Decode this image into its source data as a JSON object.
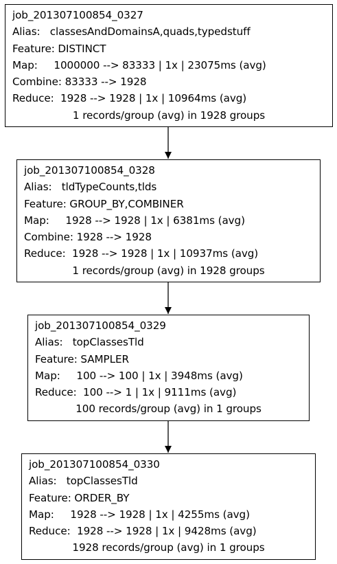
{
  "nodes": [
    {
      "id": "job_201307100854_0327",
      "lines": [
        "Alias:   classesAndDomainsA,quads,typedstuff",
        "Feature: DISTINCT",
        "Map:     1000000 --> 83333 | 1x | 23075ms (avg)",
        "Combine: 83333 --> 1928",
        "Reduce:  1928 --> 1928 | 1x | 10964ms (avg)"
      ],
      "summary": "1 records/group (avg) in 1928 groups"
    },
    {
      "id": "job_201307100854_0328",
      "lines": [
        "Alias:   tldTypeCounts,tlds",
        "Feature: GROUP_BY,COMBINER",
        "Map:     1928 --> 1928 | 1x | 6381ms (avg)",
        "Combine: 1928 --> 1928",
        "Reduce:  1928 --> 1928 | 1x | 10937ms (avg)"
      ],
      "summary": "1 records/group (avg) in 1928 groups"
    },
    {
      "id": "job_201307100854_0329",
      "lines": [
        "Alias:   topClassesTld",
        "Feature: SAMPLER",
        "Map:     100 --> 100 | 1x | 3948ms (avg)",
        "Reduce:  100 --> 1 | 1x | 9111ms (avg)"
      ],
      "summary": "100 records/group (avg) in 1 groups"
    },
    {
      "id": "job_201307100854_0330",
      "lines": [
        "Alias:   topClassesTld",
        "Feature: ORDER_BY",
        "Map:     1928 --> 1928 | 1x | 4255ms (avg)",
        "Reduce:  1928 --> 1928 | 1x | 9428ms (avg)"
      ],
      "summary": "1928 records/group (avg) in 1 groups"
    }
  ]
}
